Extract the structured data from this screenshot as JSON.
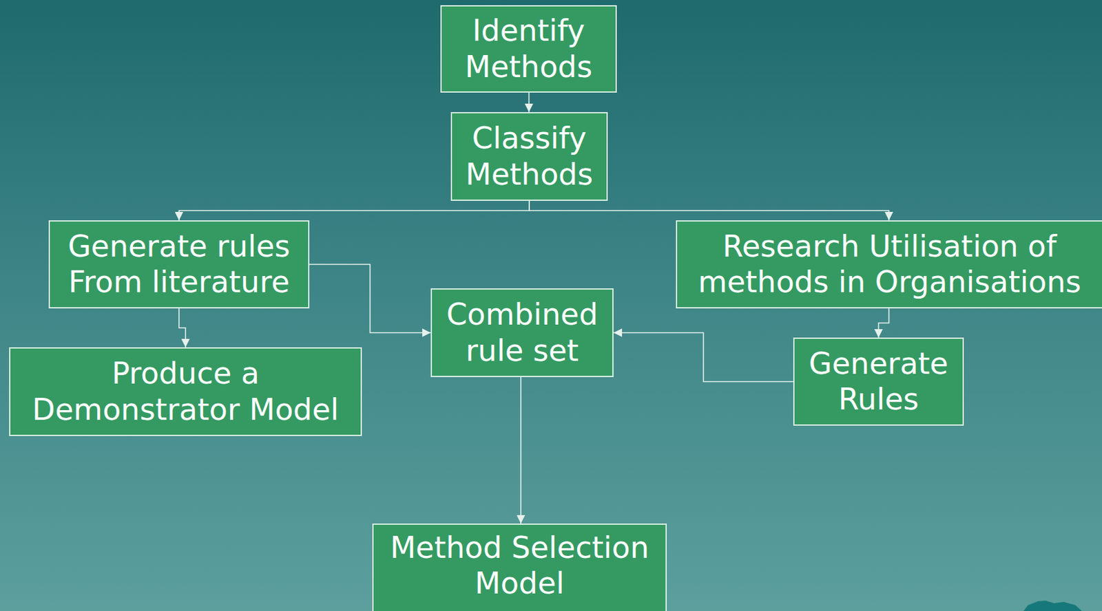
{
  "diagram": {
    "nodes": [
      {
        "text": [
          "Identify Methods"
        ]
      },
      {
        "text": [
          "Classify Methods"
        ]
      },
      {
        "text": [
          "Generate rules From literature"
        ]
      },
      {
        "text": [
          "Research Utilisation of methods in Organisations"
        ]
      },
      {
        "text": [
          "Combined rule set"
        ]
      },
      {
        "text": [
          "Produce a Demonstrator Model"
        ]
      },
      {
        "text": [
          "Generate Rules"
        ]
      },
      {
        "text": [
          "Method Selection Model"
        ]
      }
    ],
    "edges": [
      {
        "from": 0,
        "to": 1,
        "arrow": "to"
      },
      {
        "from": 1,
        "to": 2,
        "arrow": "to"
      },
      {
        "from": 1,
        "to": 3,
        "arrow": "to"
      },
      {
        "from": 2,
        "to": 5,
        "arrow": "to"
      },
      {
        "from": 2,
        "to": 4,
        "arrow": "to"
      },
      {
        "from": 3,
        "to": 6,
        "arrow": "to"
      },
      {
        "from": 6,
        "to": 4,
        "arrow": "to"
      },
      {
        "from": 4,
        "to": 7,
        "arrow": "to"
      }
    ]
  }
}
